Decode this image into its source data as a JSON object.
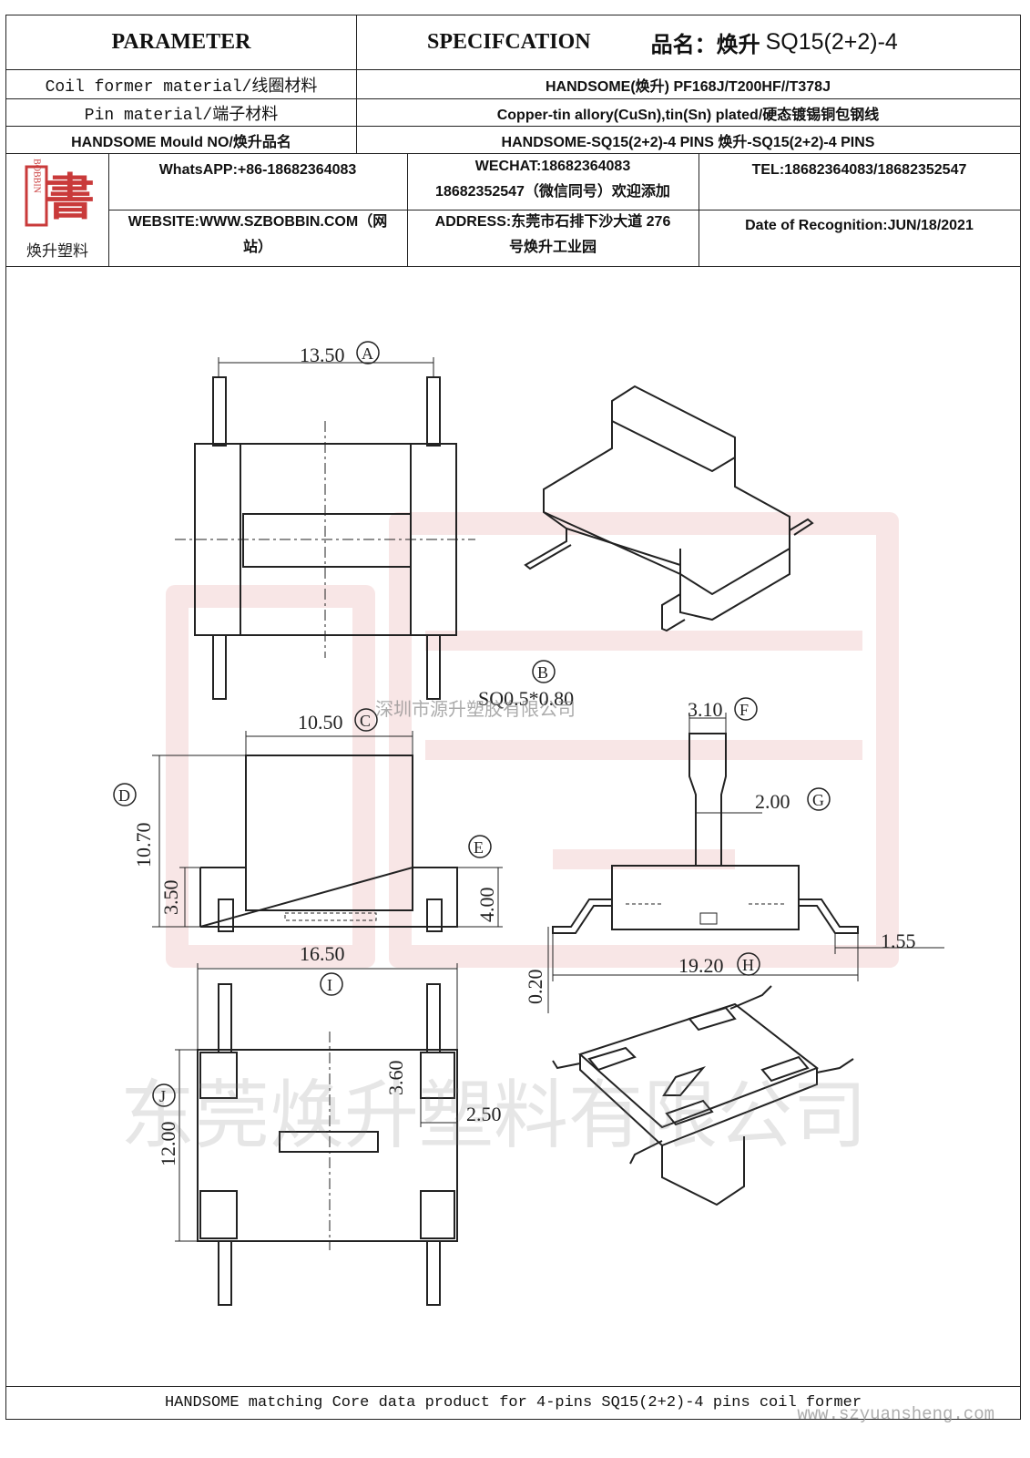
{
  "header": {
    "col1": "PARAMETER",
    "col2": "SPECIFCATION",
    "product_prefix": "品名：焕升",
    "product_code": "SQ15(2+2)-4"
  },
  "rows": [
    {
      "label": "Coil former material/线圈材料",
      "value": "HANDSOME(焕升)  PF168J/T200HF//T378J"
    },
    {
      "label": "Pin material/端子材料",
      "value": "Copper-tin allory(CuSn),tin(Sn) plated/硬态镀锡铜包钢线"
    },
    {
      "label": "HANDSOME Mould NO/焕升品名",
      "value": "HANDSOME-SQ15(2+2)-4 PINS   焕升-SQ15(2+2)-4 PINS"
    }
  ],
  "company": {
    "logo_caption": "焕升塑料",
    "logo_glyph": "書",
    "logo_vertical": "BOBBIN",
    "whatsapp": "WhatsAPP:+86-18682364083",
    "wechat_line1": "WECHAT:18682364083",
    "wechat_line2": "18682352547（微信同号）欢迎添加",
    "tel": "TEL:18682364083/18682352547",
    "website_line1": "WEBSITE:WWW.SZBOBBIN.COM（网",
    "website_line2": "站）",
    "address_line1": "ADDRESS:东莞市石排下沙大道 276",
    "address_line2": "号焕升工业园",
    "date": "Date of Recognition:JUN/18/2021"
  },
  "drawing": {
    "dims": {
      "A": "13.50",
      "B": "SQ0.5*0.80",
      "C": "10.50",
      "D": "10.70",
      "d2": "3.50",
      "E": "4.00",
      "F": "3.10",
      "G": "2.00",
      "H": "19.20",
      "h2": "1.55",
      "h3": "0.20",
      "I": "16.50",
      "J": "12.00",
      "j2": "3.60",
      "j3": "2.50"
    },
    "letters": {
      "A": "A",
      "B": "B",
      "C": "C",
      "D": "D",
      "E": "E",
      "F": "F",
      "G": "G",
      "H": "H",
      "I": "I",
      "J": "J"
    },
    "watermark_mid": "深圳市源升塑胶有限公司",
    "watermark_big": "东莞焕升塑料有限公司"
  },
  "footer": {
    "text": "HANDSOME matching Core data  product for 4-pins SQ15(2+2)-4 pins coil former",
    "url": "www.szyuansheng.com"
  },
  "colors": {
    "line": "#222222",
    "watermark": "#c93a3a"
  }
}
